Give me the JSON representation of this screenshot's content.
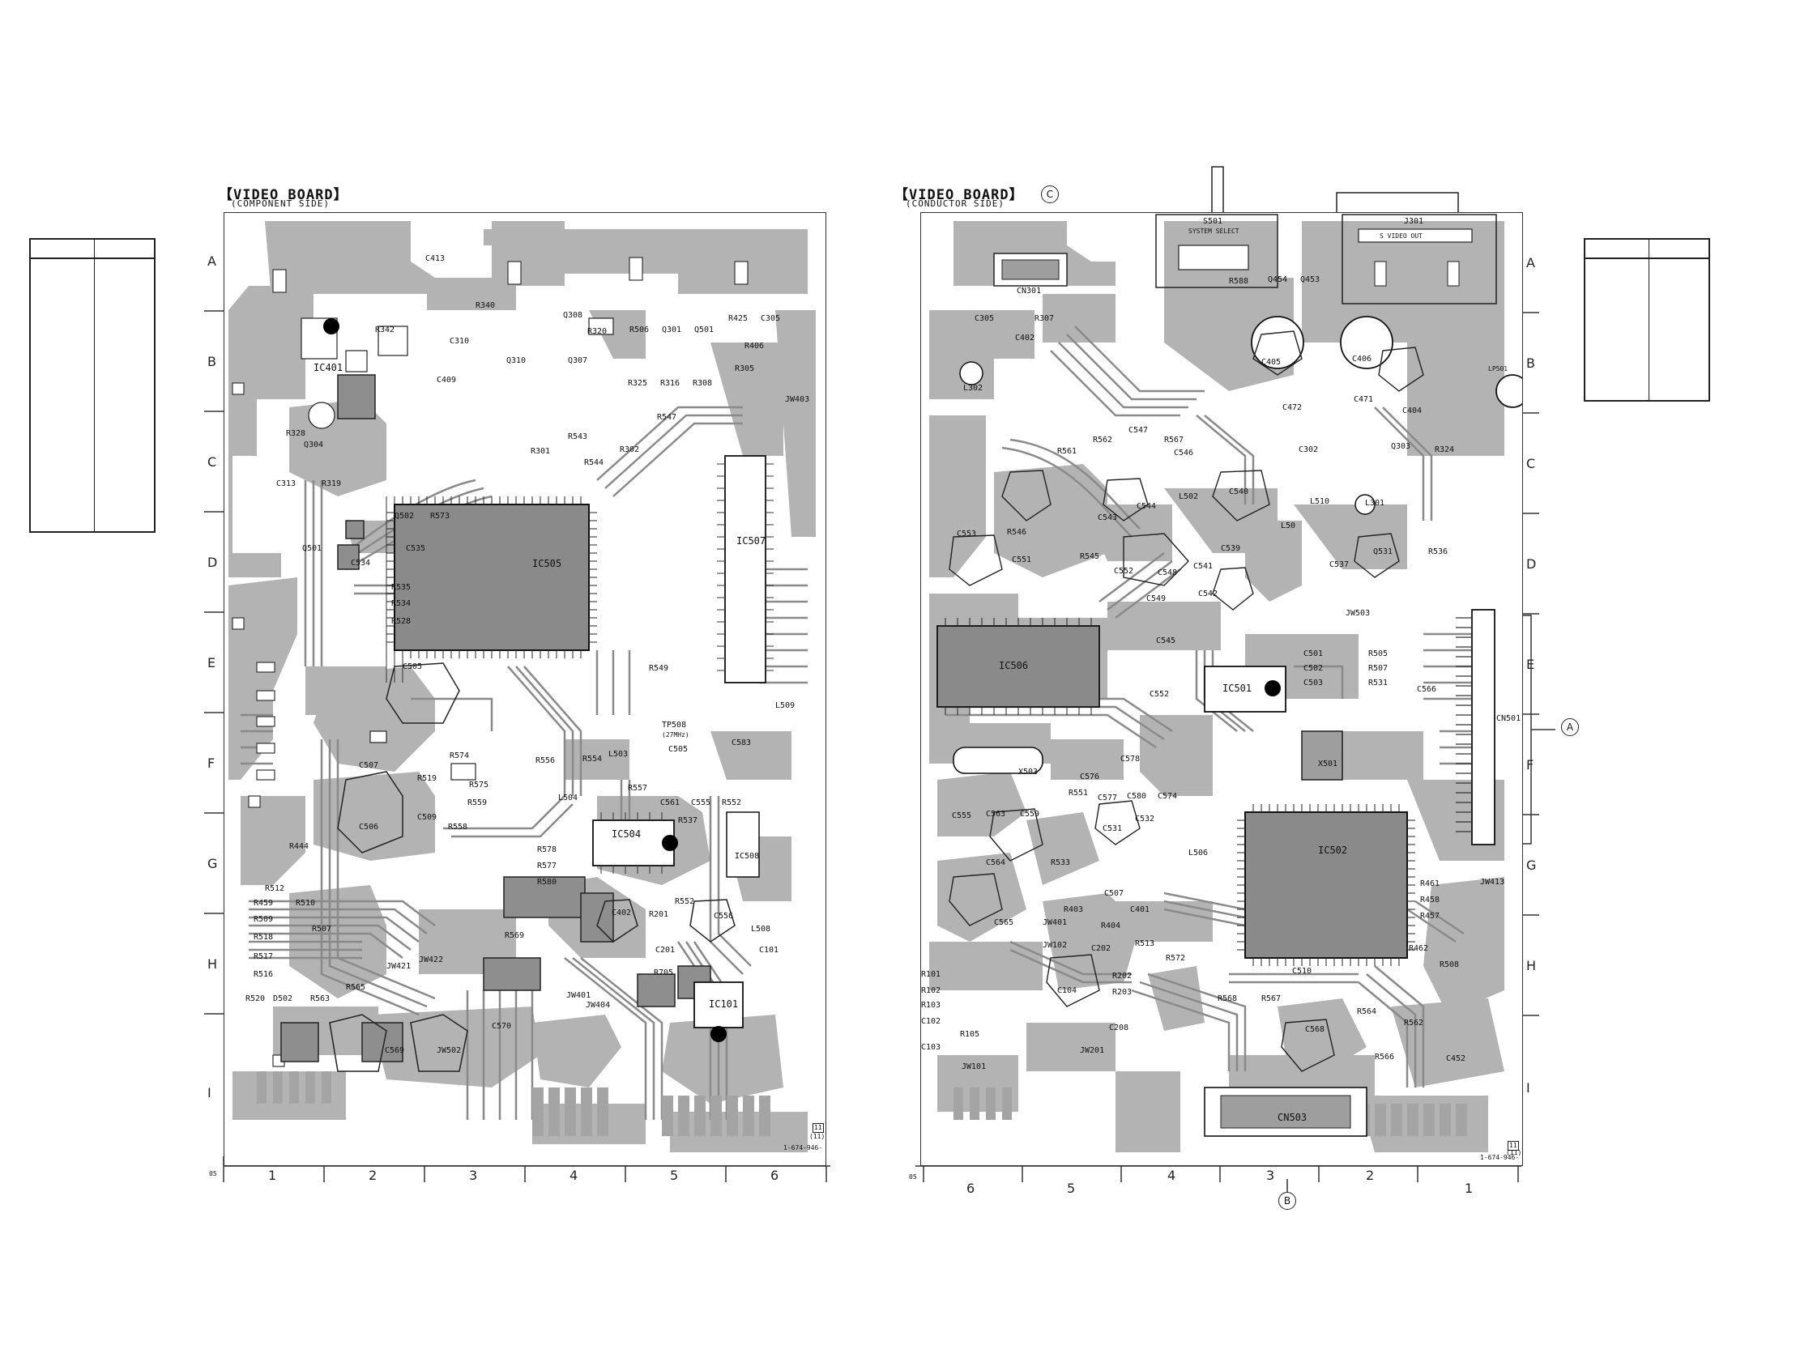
{
  "left_panel": {
    "title": "【VIDEO BOARD】",
    "subtitle": "(COMPONENT SIDE)",
    "row_letters": [
      "A",
      "B",
      "C",
      "D",
      "E",
      "F",
      "G",
      "H",
      "I"
    ],
    "col_numbers": [
      "1",
      "2",
      "3",
      "4",
      "5",
      "6"
    ],
    "corner_code": "05",
    "part_number": "1-674-946-",
    "layer_badge": [
      "11",
      "(11)"
    ],
    "tp_label": "TP508",
    "tp_sub": "(27MHz)",
    "components": [
      {
        "ref": "C413"
      },
      {
        "ref": "R342"
      },
      {
        "ref": "IC401"
      },
      {
        "ref": "R340"
      },
      {
        "ref": "C310"
      },
      {
        "ref": "C409"
      },
      {
        "ref": "Q308"
      },
      {
        "ref": "R320"
      },
      {
        "ref": "R506"
      },
      {
        "ref": "Q301"
      },
      {
        "ref": "Q501"
      },
      {
        "ref": "R425"
      },
      {
        "ref": "C305"
      },
      {
        "ref": "R406"
      },
      {
        "ref": "Q310"
      },
      {
        "ref": "Q307"
      },
      {
        "ref": "R305"
      },
      {
        "ref": "R325"
      },
      {
        "ref": "R316"
      },
      {
        "ref": "R308"
      },
      {
        "ref": "R547"
      },
      {
        "ref": "JW403"
      },
      {
        "ref": "R328"
      },
      {
        "ref": "Q304"
      },
      {
        "ref": "C313"
      },
      {
        "ref": "R319"
      },
      {
        "ref": "R301"
      },
      {
        "ref": "R543"
      },
      {
        "ref": "R544"
      },
      {
        "ref": "R302"
      },
      {
        "ref": "Q502"
      },
      {
        "ref": "R573"
      },
      {
        "ref": "Q501"
      },
      {
        "ref": "C534"
      },
      {
        "ref": "C535"
      },
      {
        "ref": "IC505"
      },
      {
        "ref": "IC507"
      },
      {
        "ref": "R535"
      },
      {
        "ref": "R534"
      },
      {
        "ref": "R528"
      },
      {
        "ref": "C505"
      },
      {
        "ref": "R549"
      },
      {
        "ref": "L509"
      },
      {
        "ref": "C507"
      },
      {
        "ref": "R574"
      },
      {
        "ref": "R519"
      },
      {
        "ref": "R575"
      },
      {
        "ref": "R559"
      },
      {
        "ref": "C509"
      },
      {
        "ref": "R558"
      },
      {
        "ref": "C506"
      },
      {
        "ref": "R556"
      },
      {
        "ref": "R554"
      },
      {
        "ref": "L503"
      },
      {
        "ref": "C505"
      },
      {
        "ref": "C583"
      },
      {
        "ref": "L504"
      },
      {
        "ref": "R557"
      },
      {
        "ref": "C561"
      },
      {
        "ref": "C555"
      },
      {
        "ref": "R552"
      },
      {
        "ref": "IC504"
      },
      {
        "ref": "R537"
      },
      {
        "ref": "IC508"
      },
      {
        "ref": "R444"
      },
      {
        "ref": "R578"
      },
      {
        "ref": "R577"
      },
      {
        "ref": "R580"
      },
      {
        "ref": "R512"
      },
      {
        "ref": "R459"
      },
      {
        "ref": "R510"
      },
      {
        "ref": "R509"
      },
      {
        "ref": "R507"
      },
      {
        "ref": "R518"
      },
      {
        "ref": "R517"
      },
      {
        "ref": "R516"
      },
      {
        "ref": "R520"
      },
      {
        "ref": "D502"
      },
      {
        "ref": "R563"
      },
      {
        "ref": "R565"
      },
      {
        "ref": "JW421"
      },
      {
        "ref": "JW422"
      },
      {
        "ref": "R569"
      },
      {
        "ref": "C402"
      },
      {
        "ref": "R201"
      },
      {
        "ref": "R552"
      },
      {
        "ref": "C556"
      },
      {
        "ref": "L508"
      },
      {
        "ref": "C201"
      },
      {
        "ref": "C101"
      },
      {
        "ref": "R705"
      },
      {
        "ref": "IC101"
      },
      {
        "ref": "JW401"
      },
      {
        "ref": "JW404"
      },
      {
        "ref": "C569"
      },
      {
        "ref": "JW502"
      },
      {
        "ref": "C570"
      }
    ]
  },
  "right_panel": {
    "title": "【VIDEO BOARD】",
    "subtitle": "(CONDUCTOR SIDE)",
    "row_letters": [
      "A",
      "B",
      "C",
      "D",
      "E",
      "F",
      "G",
      "H",
      "I"
    ],
    "col_numbers": [
      "6",
      "5",
      "4",
      "3",
      "2",
      "1"
    ],
    "corner_code": "05",
    "part_number": "1-674-946-",
    "layer_badge": [
      "11",
      "(11)"
    ],
    "markers": {
      "top": "C",
      "right": "A",
      "bottom": "B"
    },
    "switch_label": "S501",
    "switch_sub": "SYSTEM SELECT",
    "jack_label": "J301",
    "jack_sub": "S VIDEO OUT",
    "lp_label": "LP501",
    "components": [
      {
        "ref": "CN301"
      },
      {
        "ref": "R588"
      },
      {
        "ref": "Q454"
      },
      {
        "ref": "Q453"
      },
      {
        "ref": "C305"
      },
      {
        "ref": "R307"
      },
      {
        "ref": "C402"
      },
      {
        "ref": "L302"
      },
      {
        "ref": "C405"
      },
      {
        "ref": "C406"
      },
      {
        "ref": "C472"
      },
      {
        "ref": "C471"
      },
      {
        "ref": "C404"
      },
      {
        "ref": "R561"
      },
      {
        "ref": "R562"
      },
      {
        "ref": "C547"
      },
      {
        "ref": "R567"
      },
      {
        "ref": "C546"
      },
      {
        "ref": "C302"
      },
      {
        "ref": "Q303"
      },
      {
        "ref": "R324"
      },
      {
        "ref": "L301"
      },
      {
        "ref": "C543"
      },
      {
        "ref": "C544"
      },
      {
        "ref": "L502"
      },
      {
        "ref": "C540"
      },
      {
        "ref": "L510"
      },
      {
        "ref": "L50"
      },
      {
        "ref": "C553"
      },
      {
        "ref": "R546"
      },
      {
        "ref": "C551"
      },
      {
        "ref": "R545"
      },
      {
        "ref": "C552"
      },
      {
        "ref": "C548"
      },
      {
        "ref": "C541"
      },
      {
        "ref": "C539"
      },
      {
        "ref": "C537"
      },
      {
        "ref": "Q531"
      },
      {
        "ref": "R536"
      },
      {
        "ref": "C549"
      },
      {
        "ref": "C542"
      },
      {
        "ref": "JW503"
      },
      {
        "ref": "C545"
      },
      {
        "ref": "IC506"
      },
      {
        "ref": "C552"
      },
      {
        "ref": "IC501"
      },
      {
        "ref": "C501"
      },
      {
        "ref": "C502"
      },
      {
        "ref": "C503"
      },
      {
        "ref": "R505"
      },
      {
        "ref": "R507"
      },
      {
        "ref": "R531"
      },
      {
        "ref": "C566"
      },
      {
        "ref": "CN501"
      },
      {
        "ref": "X503"
      },
      {
        "ref": "C576"
      },
      {
        "ref": "C578"
      },
      {
        "ref": "X501"
      },
      {
        "ref": "C577"
      },
      {
        "ref": "C580"
      },
      {
        "ref": "C574"
      },
      {
        "ref": "C555"
      },
      {
        "ref": "C563"
      },
      {
        "ref": "C559"
      },
      {
        "ref": "R551"
      },
      {
        "ref": "C531"
      },
      {
        "ref": "C532"
      },
      {
        "ref": "L506"
      },
      {
        "ref": "IC502"
      },
      {
        "ref": "R533"
      },
      {
        "ref": "C564"
      },
      {
        "ref": "C507"
      },
      {
        "ref": "R403"
      },
      {
        "ref": "C401"
      },
      {
        "ref": "JW401"
      },
      {
        "ref": "R404"
      },
      {
        "ref": "C565"
      },
      {
        "ref": "JW102"
      },
      {
        "ref": "C202"
      },
      {
        "ref": "R513"
      },
      {
        "ref": "R572"
      },
      {
        "ref": "R101"
      },
      {
        "ref": "R102"
      },
      {
        "ref": "R103"
      },
      {
        "ref": "C102"
      },
      {
        "ref": "C104"
      },
      {
        "ref": "R202"
      },
      {
        "ref": "R203"
      },
      {
        "ref": "C510"
      },
      {
        "ref": "R568"
      },
      {
        "ref": "R567"
      },
      {
        "ref": "R564"
      },
      {
        "ref": "C568"
      },
      {
        "ref": "R105"
      },
      {
        "ref": "C103"
      },
      {
        "ref": "JW101"
      },
      {
        "ref": "JW201"
      },
      {
        "ref": "C208"
      },
      {
        "ref": "R566"
      },
      {
        "ref": "R562"
      },
      {
        "ref": "C452"
      },
      {
        "ref": "CN503"
      },
      {
        "ref": "R461"
      },
      {
        "ref": "R458"
      },
      {
        "ref": "R457"
      },
      {
        "ref": "R462"
      },
      {
        "ref": "R508"
      },
      {
        "ref": "JW413"
      }
    ]
  }
}
